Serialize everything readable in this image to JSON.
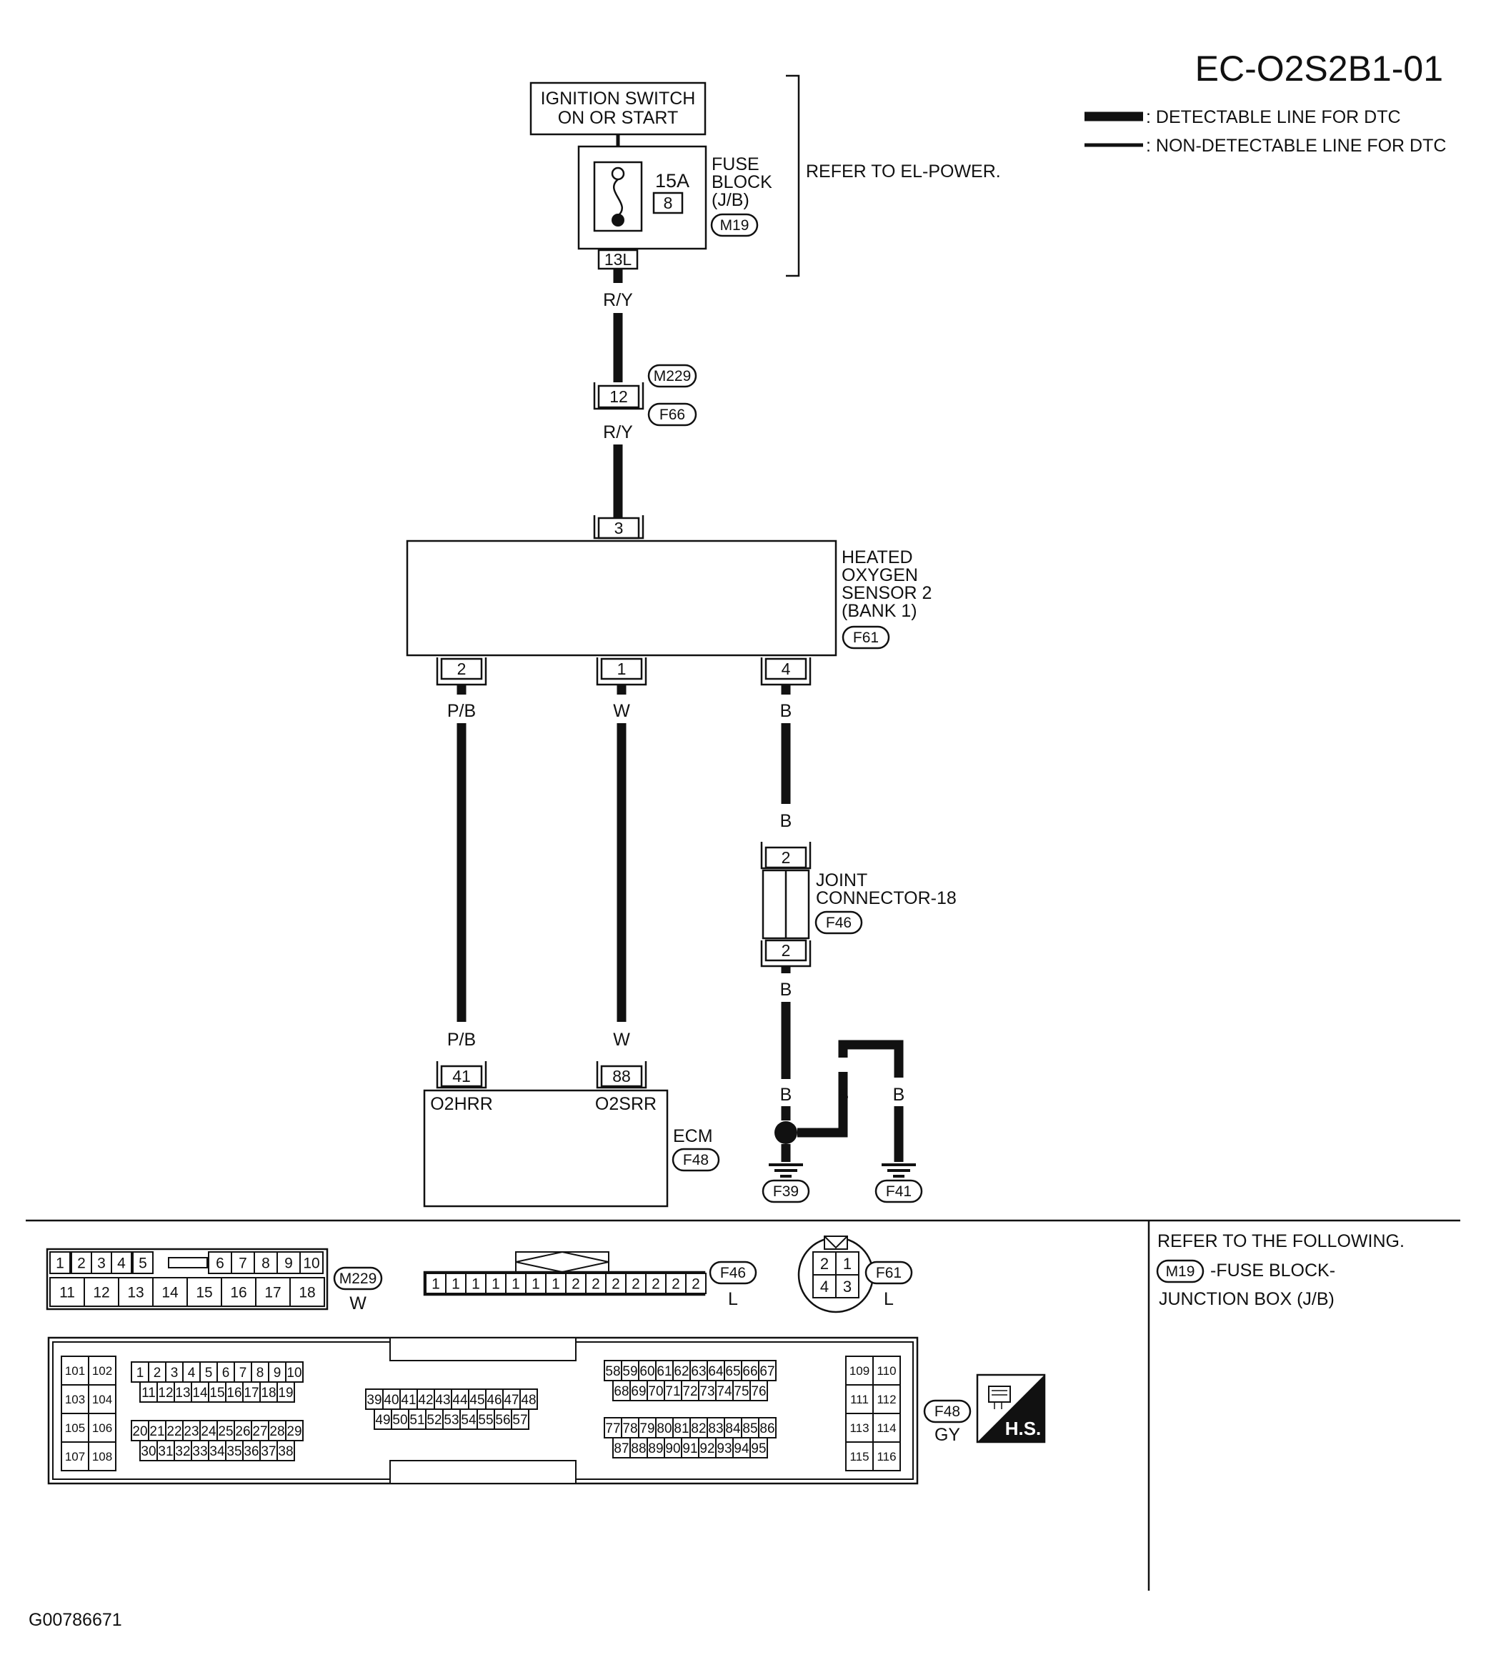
{
  "title": "EC-O2S2B1-01",
  "legend": {
    "detectable": ": DETECTABLE LINE FOR DTC",
    "non_detectable": ": NON-DETECTABLE LINE FOR DTC"
  },
  "power": {
    "ignition_line1": "IGNITION SWITCH",
    "ignition_line2": "ON OR START",
    "fuse_amp": "15A",
    "fuse_no": "8",
    "fuse_block_line1": "FUSE",
    "fuse_block_line2": "BLOCK",
    "fuse_block_line3": "(J/B)",
    "fuse_block_conn": "M19",
    "fuse_terminal": "13L",
    "refer": "REFER TO EL-POWER."
  },
  "wires": {
    "ry": "R/Y",
    "pb": "P/B",
    "w": "W",
    "b": "B"
  },
  "harness_connector": {
    "pin": "12",
    "upper": "M229",
    "lower": "F66"
  },
  "sensor": {
    "pin_top": "3",
    "line1": "HEATED",
    "line2": "OXYGEN",
    "line3": "SENSOR 2",
    "line4": "(BANK 1)",
    "conn": "F61",
    "pin_left": "2",
    "pin_mid": "1",
    "pin_right": "4"
  },
  "joint": {
    "pin_top": "2",
    "pin_bottom": "2",
    "line1": "JOINT",
    "line2": "CONNECTOR-18",
    "conn": "F46"
  },
  "ecm": {
    "pin_left": "41",
    "pin_right": "88",
    "term_left": "O2HRR",
    "term_right": "O2SRR",
    "label": "ECM",
    "conn": "F48"
  },
  "grounds": {
    "g1": "F39",
    "g2": "F41"
  },
  "connector_views": {
    "m229": {
      "id": "M229",
      "color": "W",
      "row1": [
        "1",
        "2",
        "3",
        "4",
        "5",
        "6",
        "7",
        "8",
        "9",
        "10"
      ],
      "row2": [
        "11",
        "12",
        "13",
        "14",
        "15",
        "16",
        "17",
        "18"
      ]
    },
    "f46": {
      "id": "F46",
      "color": "L",
      "pins": [
        "1",
        "1",
        "1",
        "1",
        "1",
        "1",
        "1",
        "2",
        "2",
        "2",
        "2",
        "2",
        "2",
        "2"
      ]
    },
    "f61": {
      "id": "F61",
      "color": "L",
      "pins": [
        "2",
        "1",
        "4",
        "3"
      ]
    },
    "f48": {
      "id": "F48",
      "color": "GY",
      "left_pairs": [
        [
          "101",
          "102"
        ],
        [
          "103",
          "104"
        ],
        [
          "105",
          "106"
        ],
        [
          "107",
          "108"
        ]
      ],
      "right_pairs": [
        [
          "109",
          "110"
        ],
        [
          "111",
          "112"
        ],
        [
          "113",
          "114"
        ],
        [
          "115",
          "116"
        ]
      ],
      "g1_r1": [
        "1",
        "2",
        "3",
        "4",
        "5",
        "6",
        "7",
        "8",
        "9",
        "10"
      ],
      "g1_r2": [
        "11",
        "12",
        "13",
        "14",
        "15",
        "16",
        "17",
        "18",
        "19"
      ],
      "g1_r3": [
        "20",
        "21",
        "22",
        "23",
        "24",
        "25",
        "26",
        "27",
        "28",
        "29"
      ],
      "g1_r4": [
        "30",
        "31",
        "32",
        "33",
        "34",
        "35",
        "36",
        "37",
        "38"
      ],
      "g2_r1": [
        "39",
        "40",
        "41",
        "42",
        "43",
        "44",
        "45",
        "46",
        "47",
        "48"
      ],
      "g2_r2": [
        "49",
        "50",
        "51",
        "52",
        "53",
        "54",
        "55",
        "56",
        "57"
      ],
      "g3_r1": [
        "58",
        "59",
        "60",
        "61",
        "62",
        "63",
        "64",
        "65",
        "66",
        "67"
      ],
      "g3_r2": [
        "68",
        "69",
        "70",
        "71",
        "72",
        "73",
        "74",
        "75",
        "76"
      ],
      "g3_r3": [
        "77",
        "78",
        "79",
        "80",
        "81",
        "82",
        "83",
        "84",
        "85",
        "86"
      ],
      "g3_r4": [
        "87",
        "88",
        "89",
        "90",
        "91",
        "92",
        "93",
        "94",
        "95"
      ],
      "hs": "H.S."
    }
  },
  "refer_box": {
    "line1": "REFER TO THE FOLLOWING.",
    "conn": "M19",
    "line2": "-FUSE BLOCK-",
    "line3": "JUNCTION BOX (J/B)"
  },
  "footer_id": "G00786671"
}
